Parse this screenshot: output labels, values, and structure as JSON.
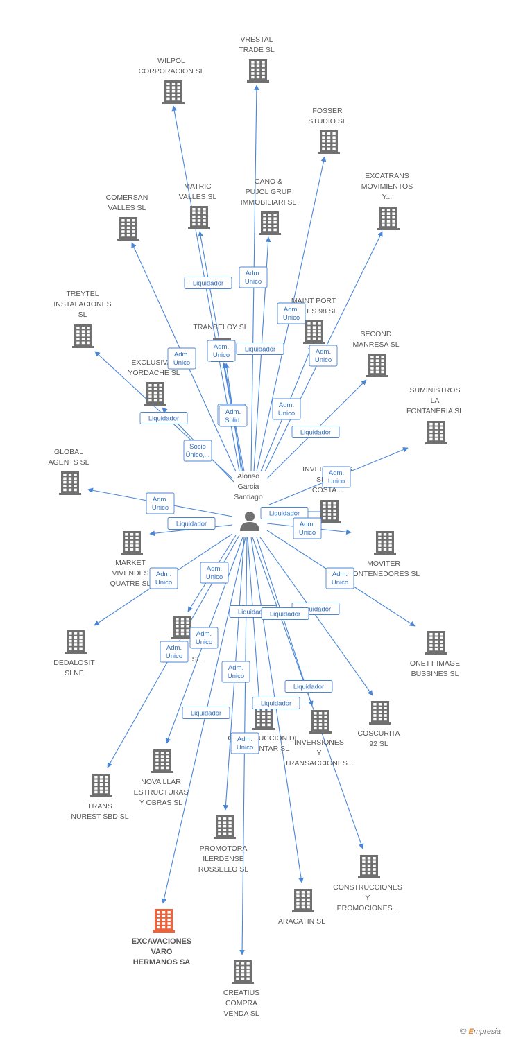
{
  "colors": {
    "building": "#707070",
    "highlight": "#f0623a",
    "edge": "#4a86d6",
    "person": "#707070"
  },
  "brand": {
    "copyright": "©",
    "initial": "E",
    "rest": "mpresia"
  },
  "center": {
    "id": "person",
    "label": [
      "Alonso",
      "Garcia",
      "Santiago"
    ]
  },
  "nodes": [
    {
      "id": "vrestal",
      "label": [
        "VRESTAL",
        "TRADE SL"
      ]
    },
    {
      "id": "wilpol",
      "label": [
        "WILPOL",
        "CORPORACION SL"
      ]
    },
    {
      "id": "fosser",
      "label": [
        "FOSSER",
        "STUDIO SL"
      ]
    },
    {
      "id": "excatrans",
      "label": [
        "EXCATRANS",
        "MOVIMIENTOS",
        "Y..."
      ]
    },
    {
      "id": "cano",
      "label": [
        "CANO &",
        "PUJOL GRUP",
        "IMMOBILIARI SL"
      ]
    },
    {
      "id": "matric",
      "label": [
        "MATRIC",
        "VALLES SL"
      ]
    },
    {
      "id": "comersan",
      "label": [
        "COMERSAN",
        "VALLES  SL"
      ]
    },
    {
      "id": "maintport",
      "label": [
        "MAINT PORT",
        "VALLES 98 SL"
      ]
    },
    {
      "id": "treytel",
      "label": [
        "TREYTEL",
        "INSTALACIONES",
        "SL"
      ]
    },
    {
      "id": "transeloy",
      "label": [
        "TRANSELOY SL"
      ]
    },
    {
      "id": "second",
      "label": [
        "SECOND",
        "MANRESA SL"
      ]
    },
    {
      "id": "exclusivas",
      "label": [
        "EXCLUSIVAS",
        "YORDACHE  SL"
      ]
    },
    {
      "id": "suministros",
      "label": [
        "SUMINISTROS",
        "LA",
        "FONTANERIA  SL"
      ]
    },
    {
      "id": "global",
      "label": [
        "GLOBAL",
        "AGENTS SL"
      ]
    },
    {
      "id": "inversiones_sig",
      "label": [
        "INVERSIONES",
        "SIGLO",
        "COSTA..."
      ]
    },
    {
      "id": "market",
      "label": [
        "MARKET",
        "VIVENDES",
        "QUATRE SL"
      ]
    },
    {
      "id": "moviter",
      "label": [
        "MOVITER",
        "CONTENEDORES SL"
      ]
    },
    {
      "id": "dedalosit",
      "label": [
        "DEDALOSIT",
        "SLNE"
      ]
    },
    {
      "id": "hidden_sl",
      "label": [
        "SL"
      ]
    },
    {
      "id": "onett",
      "label": [
        "ONETT IMAGE",
        "BUSSINES  SL"
      ]
    },
    {
      "id": "coscurita",
      "label": [
        "COSCURITA",
        "92 SL"
      ]
    },
    {
      "id": "construccion_de",
      "label": [
        "CONSTRUCCION DE",
        "MANANTAR SL"
      ]
    },
    {
      "id": "inversiones_trans",
      "label": [
        "INVERSIONES",
        "Y",
        "TRANSACCIONES..."
      ]
    },
    {
      "id": "trans_nurest",
      "label": [
        "TRANS",
        "NUREST SBD SL"
      ]
    },
    {
      "id": "nova_llar",
      "label": [
        "NOVA LLAR",
        "ESTRUCTURAS",
        "Y OBRAS SL"
      ]
    },
    {
      "id": "promotora",
      "label": [
        "PROMOTORA",
        "ILERDENSE",
        "ROSSELLO SL"
      ]
    },
    {
      "id": "construcciones",
      "label": [
        "CONSTRUCCIONES",
        "Y",
        "PROMOCIONES..."
      ]
    },
    {
      "id": "aracatin",
      "label": [
        "ARACATIN SL"
      ]
    },
    {
      "id": "excavaciones",
      "label": [
        "EXCAVACIONES",
        "VARO",
        "HERMANOS SA"
      ],
      "highlight": true
    },
    {
      "id": "creatius",
      "label": [
        "CREATIUS",
        "COMPRA",
        "VENDA SL"
      ]
    }
  ],
  "edges": [
    {
      "to": "vrestal",
      "label": [
        "Adm.",
        "Unico"
      ]
    },
    {
      "to": "wilpol",
      "label": [
        "Liquidador"
      ]
    },
    {
      "to": "fosser",
      "label": [
        "Adm.",
        "Unico"
      ]
    },
    {
      "to": "excatrans",
      "label": [
        "Adm.",
        "Unico"
      ]
    },
    {
      "to": "cano",
      "label": [
        "Adm.",
        "Unico"
      ]
    },
    {
      "to": "matric",
      "label": [
        "Adm.",
        "Unico"
      ]
    },
    {
      "to": "comersan",
      "label": [
        "Adm.",
        "Unico"
      ]
    },
    {
      "to": "maintport",
      "label": [
        "Adm.",
        "Unico"
      ]
    },
    {
      "to": "treytel",
      "label": [
        "Liquidador"
      ]
    },
    {
      "to": "transeloy",
      "label": [
        "Liquidador"
      ]
    },
    {
      "to": "transeloy",
      "label": [
        "Adm.",
        "Solid."
      ]
    },
    {
      "to": "second",
      "label": [
        "Liquidador"
      ]
    },
    {
      "to": "exclusivas",
      "label": [
        "Socio",
        "Único,..."
      ]
    },
    {
      "to": "suministros",
      "label": [
        "Adm.",
        "Unico"
      ]
    },
    {
      "to": "global",
      "label": [
        "Adm.",
        "Unico"
      ]
    },
    {
      "to": "inversiones_sig",
      "label": [
        "Liquidador"
      ]
    },
    {
      "to": "market",
      "label": [
        "Liquidador"
      ]
    },
    {
      "to": "moviter",
      "label": [
        "Adm.",
        "Unico"
      ]
    },
    {
      "to": "dedalosit",
      "label": [
        "Adm.",
        "Unico"
      ]
    },
    {
      "to": "hidden_sl",
      "label": [
        "Adm.",
        "Unico"
      ]
    },
    {
      "to": "onett",
      "label": [
        "Adm.",
        "Unico"
      ]
    },
    {
      "to": "coscurita",
      "label": [
        "Liquidador"
      ]
    },
    {
      "to": "construccion_de",
      "label": [
        "Liquidador"
      ]
    },
    {
      "to": "inversiones_trans",
      "label": [
        "Liquidador"
      ]
    },
    {
      "to": "trans_nurest",
      "label": [
        "Adm.",
        "Unico"
      ]
    },
    {
      "to": "nova_llar",
      "label": [
        "Adm.",
        "Unico"
      ]
    },
    {
      "to": "promotora",
      "label": [
        "Adm.",
        "Unico"
      ]
    },
    {
      "to": "construcciones",
      "label": [
        "Liquidador"
      ]
    },
    {
      "to": "aracatin",
      "label": [
        "Liquidador"
      ]
    },
    {
      "to": "excavaciones",
      "label": [
        "Liquidador"
      ]
    },
    {
      "to": "creatius",
      "label": [
        "Adm.",
        "Unico"
      ]
    }
  ]
}
